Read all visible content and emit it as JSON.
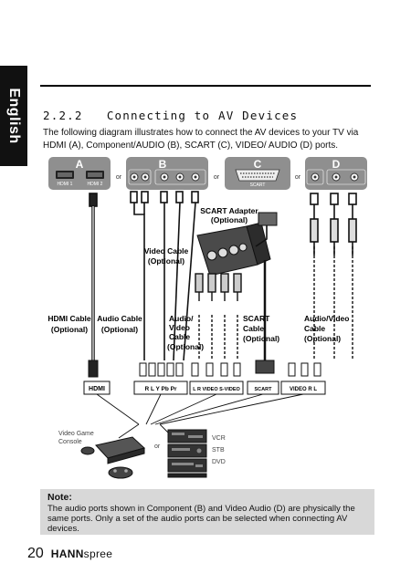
{
  "side_tab": "English",
  "section": {
    "number": "2.2.2",
    "title": "Connecting to AV Devices",
    "intro": "The following diagram illustrates how to connect the AV devices to your TV via HDMI (A), Component/AUDIO (B), SCART (C), VIDEO/ AUDIO (D) ports."
  },
  "diagram": {
    "panels": [
      "A",
      "B",
      "C",
      "D"
    ],
    "or": "or",
    "hdmi1": "HDMI 1",
    "hdmi2": "HDMI 2",
    "scart_port": "SCART",
    "scart_adapter": [
      "SCART Adapter",
      "(Optional)"
    ],
    "video_cable": [
      "Video Cable",
      "(Optional)"
    ],
    "hdmi_cable": [
      "HDMI Cable",
      "(Optional)"
    ],
    "audio_cable": [
      "Audio Cable",
      "(Optional)"
    ],
    "audio_video_cable": [
      "Audio/",
      "Video",
      "Cable",
      "(Optional)"
    ],
    "scart_cable": [
      "SCART",
      "Cable",
      "(Optional)"
    ],
    "audio_video_cable_d": [
      "Audio/Video",
      "Cable",
      "(Optional)"
    ],
    "hdmi_label": "HDMI",
    "b_ports": "R  L  Y  Pb  Pr",
    "c_ports": "L   R  VIDEO  S-VIDEO",
    "scart_label": "SCART",
    "d_ports": "VIDEO  R   L",
    "game_console": [
      "Video Game",
      "Console"
    ],
    "devices": [
      "VCR",
      "STB",
      "DVD"
    ]
  },
  "note": {
    "title": "Note:",
    "text": "The audio ports shown in Component (B) and Video Audio (D) are physically the same ports. Only a set of the audio ports can be selected when connecting AV devices."
  },
  "footer": {
    "page_number": "20",
    "brand_bold": "HANN",
    "brand_light": "spree"
  }
}
